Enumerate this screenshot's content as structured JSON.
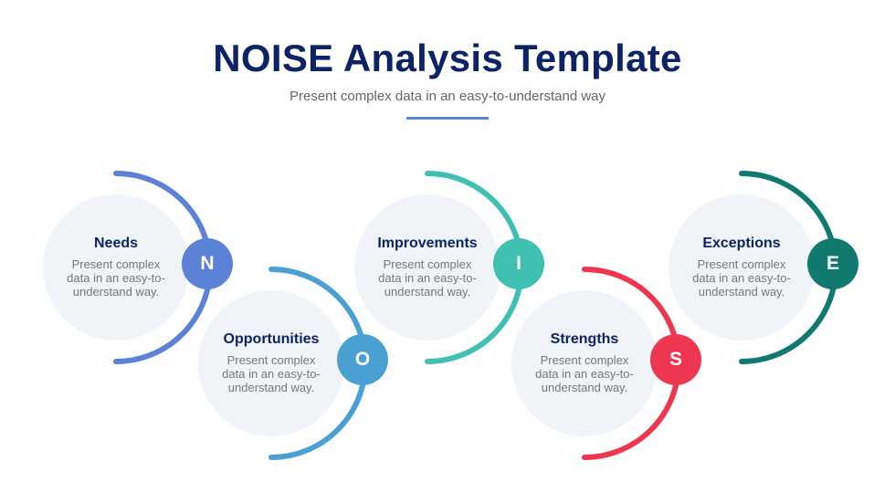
{
  "header": {
    "title": "NOISE Analysis Template",
    "subtitle": "Present complex data in an easy-to-understand way",
    "accent_color": "#5b82d6"
  },
  "items": [
    {
      "letter": "N",
      "title": "Needs",
      "description": "Present complex data in an easy-to-understand way.",
      "color": "#5b82d6"
    },
    {
      "letter": "O",
      "title": "Opportunities",
      "description": "Present complex data in an easy-to-understand way.",
      "color": "#4aa0d3"
    },
    {
      "letter": "I",
      "title": "Improvements",
      "description": "Present complex data in an easy-to-understand way.",
      "color": "#3fc0b1"
    },
    {
      "letter": "S",
      "title": "Strengths",
      "description": "Present complex data in an easy-to-understand way.",
      "color": "#ef3650"
    },
    {
      "letter": "E",
      "title": "Exceptions",
      "description": "Present complex data in an easy-to-understand way.",
      "color": "#0f7a6d"
    }
  ]
}
